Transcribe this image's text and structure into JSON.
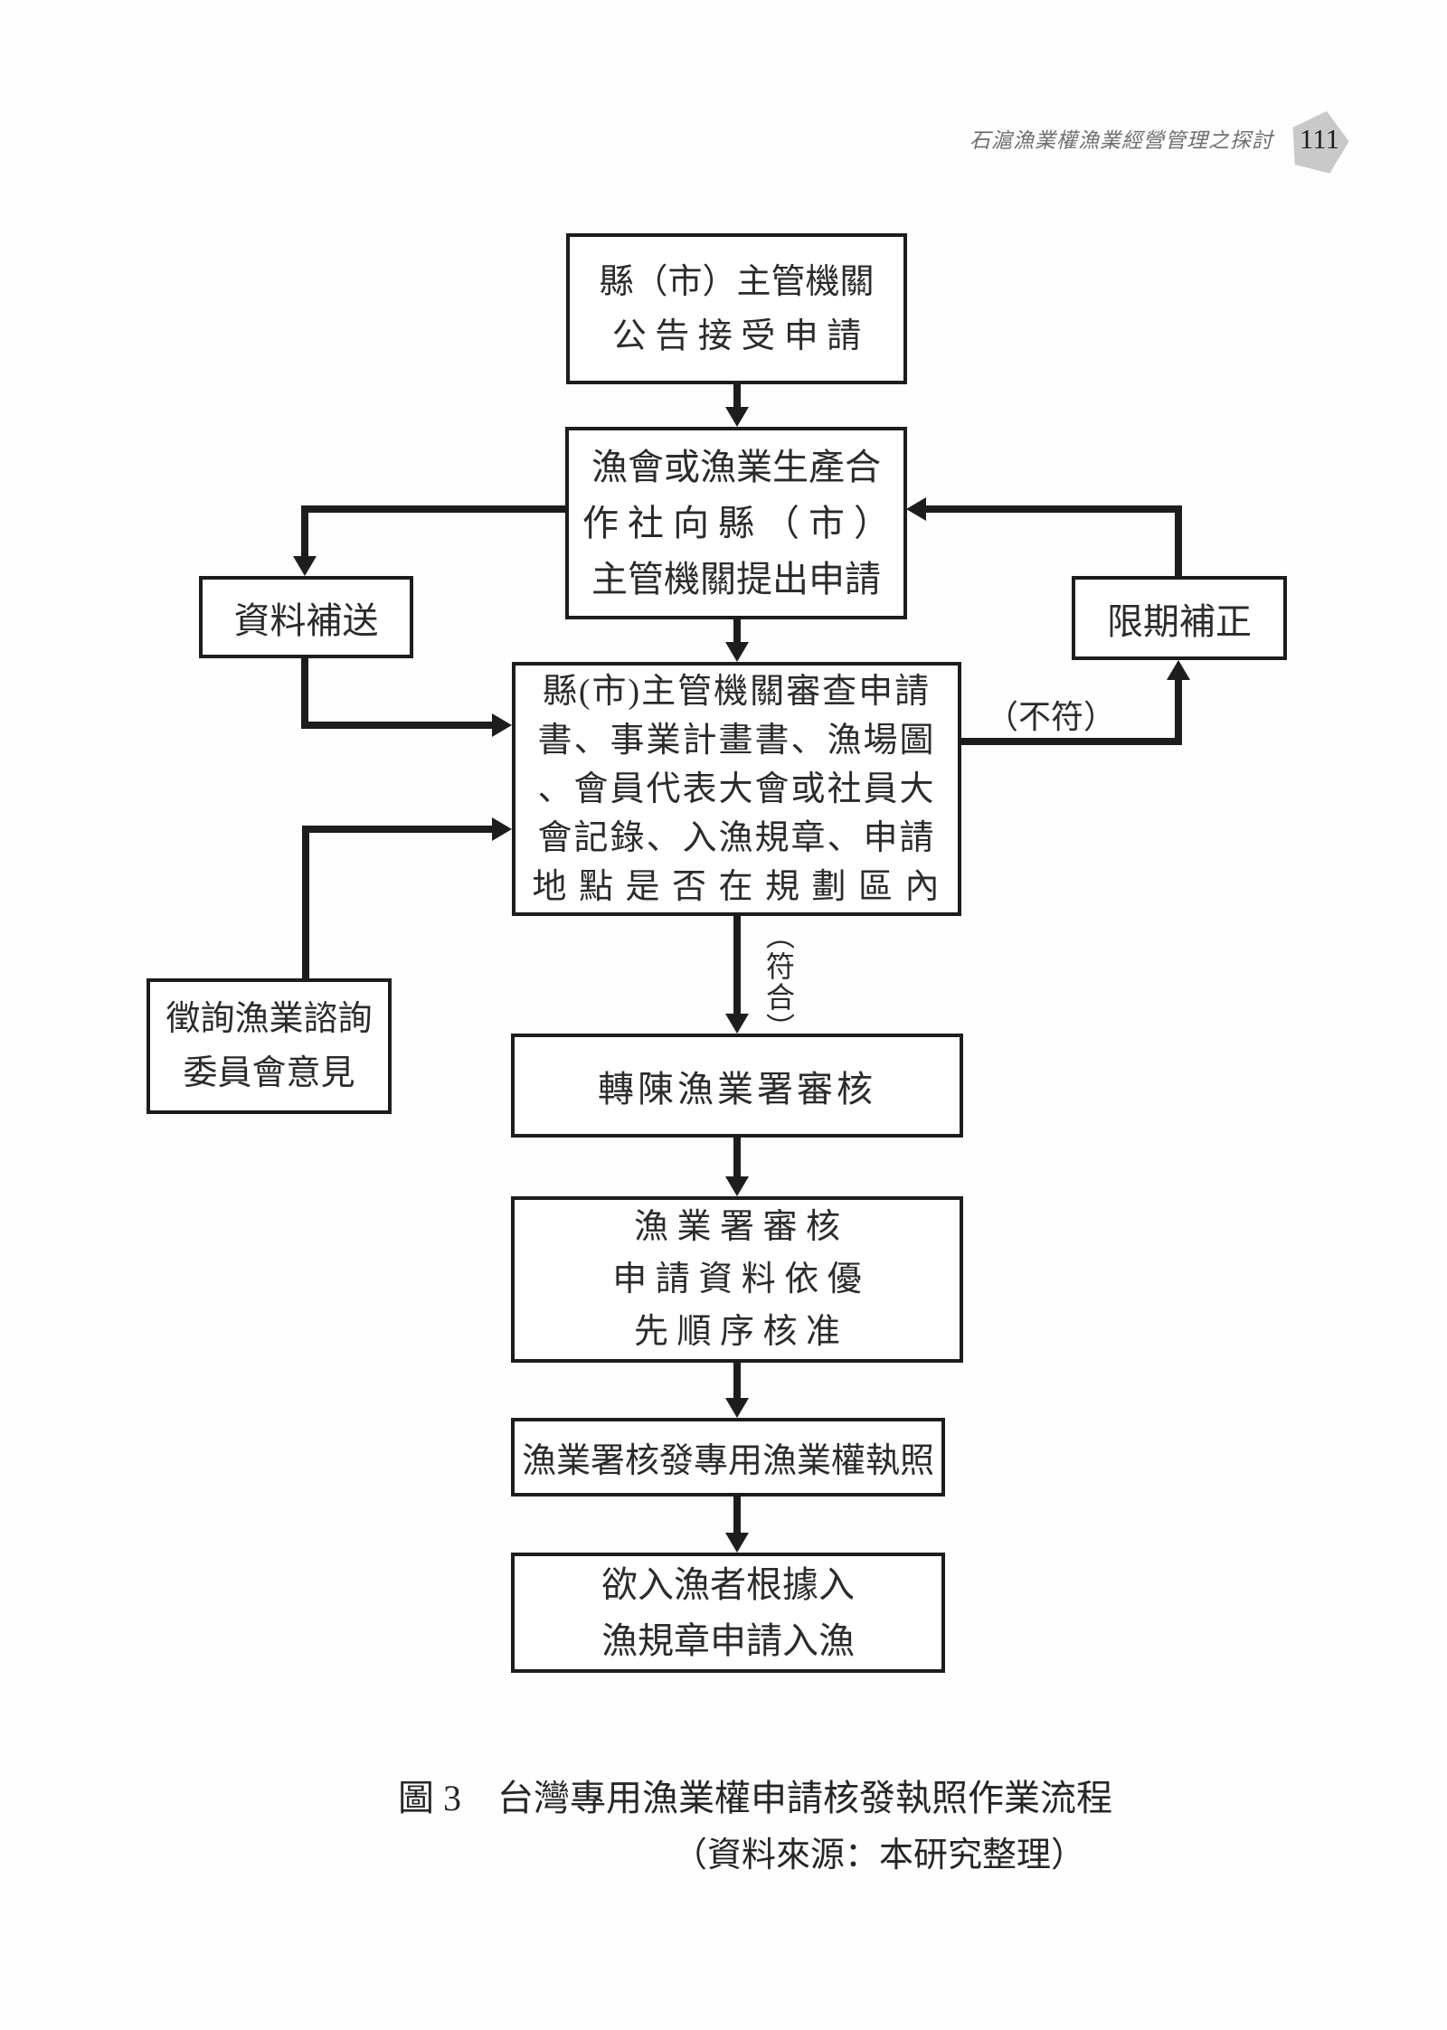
{
  "page": {
    "header_title": "石滬漁業權漁業經營管理之探討",
    "page_number": "111"
  },
  "flowchart": {
    "box_announce": {
      "lines": [
        "縣（市）主管機關",
        "公 告 接 受 申 請"
      ]
    },
    "box_apply": {
      "lines": [
        "漁會或漁業生產合",
        "作 社 向 縣 （ 市 ）",
        "主管機關提出申請"
      ]
    },
    "box_data_supplement": {
      "label": "資料補送"
    },
    "box_deadline_correction": {
      "label": "限期補正"
    },
    "box_review": {
      "lines": [
        "縣(市)主管機關審查申請",
        "書、事業計畫書、漁場圖",
        "、會員代表大會或社員大",
        "會記錄、入漁規章、申請",
        "地 點 是 否 在 規 劃 區 內"
      ]
    },
    "box_consult": {
      "lines": [
        "徵詢漁業諮詢",
        "委員會意見"
      ]
    },
    "label_conform": "（符合）",
    "label_nonconform": "（不符）",
    "box_forward": {
      "label": "轉陳漁業署審核"
    },
    "box_fa_review": {
      "lines": [
        "漁 業 署 審 核",
        "申 請 資 料 依 優",
        "先 順 序 核 准"
      ]
    },
    "box_issue": {
      "label": "漁業署核發專用漁業權執照"
    },
    "box_entry": {
      "lines": [
        "欲入漁者根據入",
        "漁規章申請入漁"
      ]
    }
  },
  "caption": {
    "line1": "圖 3　台灣專用漁業權申請核發執照作業流程",
    "line2": "（資料來源：本研究整理）"
  },
  "colors": {
    "line": "#1d1d1d",
    "badge": "#c9c9c9"
  }
}
